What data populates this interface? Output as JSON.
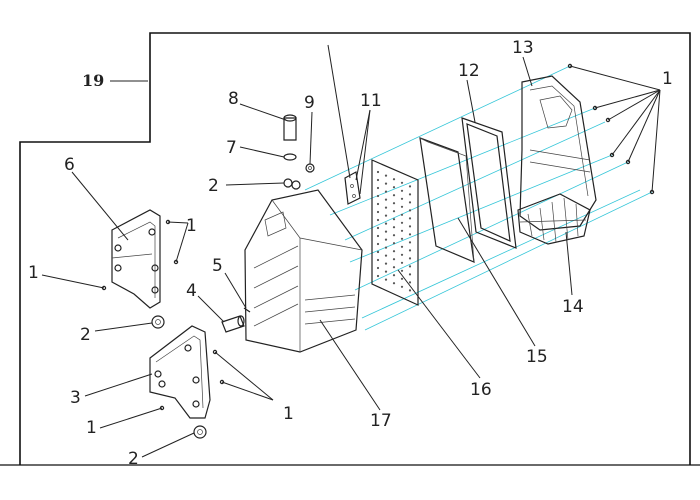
{
  "diagram": {
    "callouts": {
      "c19": "19",
      "c1a": "1",
      "c1b": "1",
      "c1c": "1",
      "c1d": "1",
      "c1e": "1",
      "c2a": "2",
      "c2b": "2",
      "c2c": "2",
      "c3": "3",
      "c4": "4",
      "c5": "5",
      "c6": "6",
      "c7": "7",
      "c8": "8",
      "c9": "9",
      "c11": "11",
      "c12": "12",
      "c13": "13",
      "c14": "14",
      "c15": "15",
      "c16": "16",
      "c17": "17"
    }
  },
  "colors": {
    "projection_lines": "#35c6d8",
    "ink": "#222222"
  }
}
